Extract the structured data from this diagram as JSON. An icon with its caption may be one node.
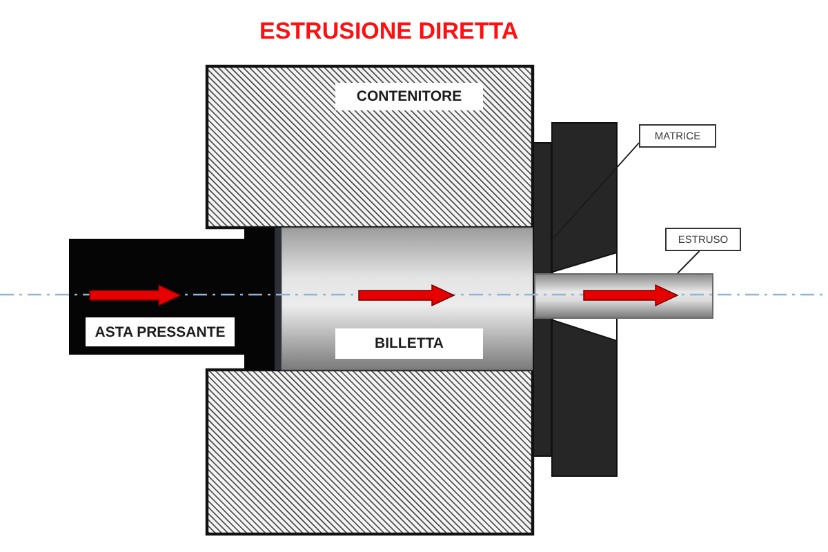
{
  "diagram": {
    "title": "ESTRUSIONE DIRETTA",
    "nodes": [
      {
        "text": [
          "CONTENITORE"
        ]
      },
      {
        "text": [
          "MATRICE"
        ]
      },
      {
        "text": [],
        "shape": "box"
      },
      {
        "text": [
          "ESTRUSO"
        ]
      },
      {
        "text": [],
        "shape": "bar"
      },
      {
        "text": [
          "ASTA PRESSANTE"
        ]
      },
      {
        "text": [
          "BILLETTA"
        ]
      }
    ],
    "edges": [
      {
        "from": 1,
        "to": 2,
        "arrow": "none"
      },
      {
        "from": 3,
        "to": 4,
        "arrow": "none"
      }
    ]
  }
}
